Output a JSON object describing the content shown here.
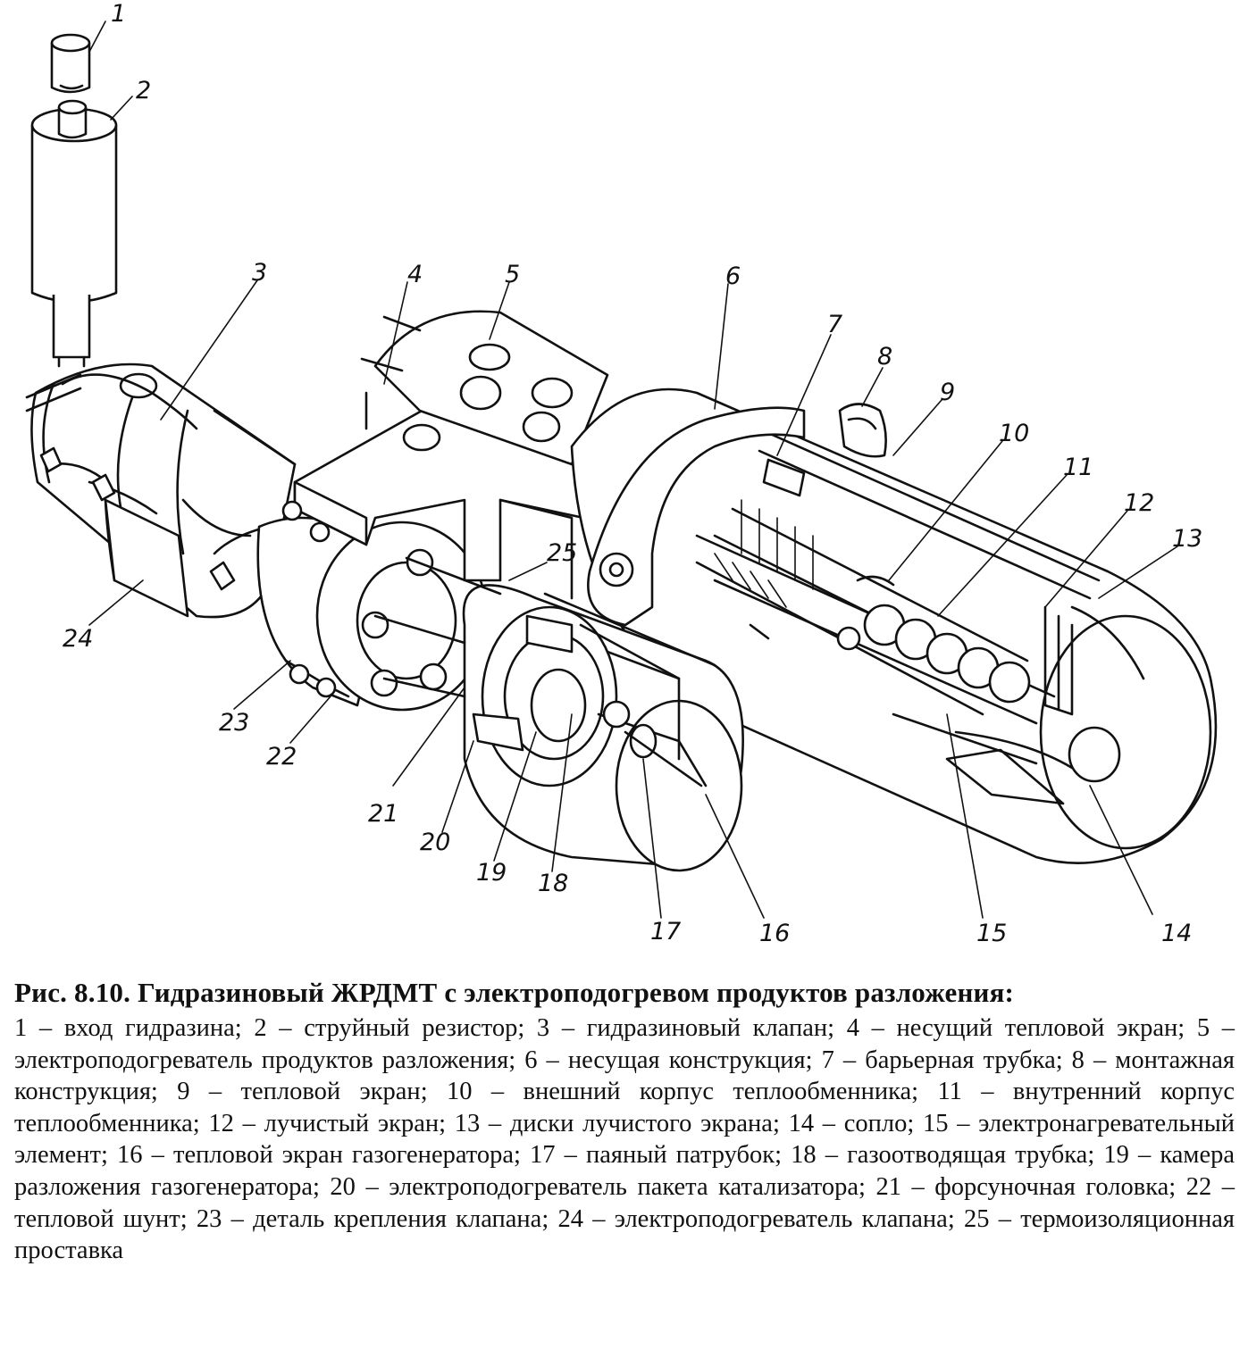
{
  "labels": [
    "1",
    "2",
    "3",
    "4",
    "5",
    "6",
    "7",
    "8",
    "9",
    "10",
    "11",
    "12",
    "13",
    "14",
    "15",
    "16",
    "17",
    "18",
    "19",
    "20",
    "21",
    "22",
    "23",
    "24",
    "25"
  ],
  "caption": {
    "title": "Рис. 8.10. Гидразиновый ЖРДМТ с электроподогревом продуктов разложения:",
    "body": "1 – вход гидразина; 2 – струйный резистор; 3 – гидразиновый клапан; 4 – несущий тепловой экран; 5 – электроподогреватель продуктов разложения; 6 – несущая конструкция; 7 – барьерная трубка; 8 – монтажная конструкция; 9 – тепловой экран; 10 – внешний корпус теплообменника; 11 – внутренний корпус теплообменника; 12 – лучистый экран; 13 – диски лучистого экрана; 14 – сопло; 15 – электронагревательный элемент; 16 – тепловой экран газогенератора; 17 – паяный патрубок; 18 – газоотводящая трубка; 19 – камера разложения газогенератора; 20 – электроподогреватель пакета катализатора; 21 – форсуночная головка; 22 – тепловой шунт; 23 – деталь крепления клапана; 24 – электроподогреватель клапана; 25 – термоизоляционная проставка"
  }
}
